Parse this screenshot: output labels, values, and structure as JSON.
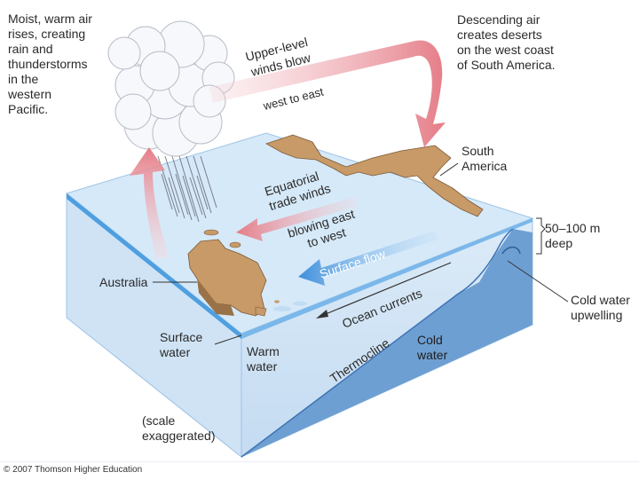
{
  "labels": {
    "moist_air": "Moist, warm air\nrises, creating\nrain and\nthunderstorms\nin the\nwestern\nPacific.",
    "descending_air": "Descending air\ncreates deserts\non the west coast\nof South America.",
    "south_america": "South\nAmerica",
    "depth": "50–100 m\ndeep",
    "australia": "Australia",
    "cold_upwelling": "Cold water\nupwelling",
    "surface_water": "Surface\nwater",
    "warm_water": "Warm\nwater",
    "cold_water": "Cold\nwater",
    "scale": "(scale\nexaggerated)"
  },
  "arrow_labels": {
    "upper_winds_1": "Upper-level",
    "upper_winds_2": "winds blow",
    "west_to_east": "west to east",
    "trade_winds_1": "Equatorial",
    "trade_winds_2": "trade winds",
    "blowing_1": "blowing east",
    "blowing_2": "to west",
    "surface_flow": "Surface flow",
    "ocean_currents": "Ocean currents",
    "thermocline": "Thermocline"
  },
  "copyright": "© 2007 Thomson Higher Education",
  "colors": {
    "ocean_surface": "#d6e9f8",
    "ocean_side_light": "#cfe3f5",
    "cold_water": "#6e9fd2",
    "land": "#c79a67",
    "wind_arrow": "#e78a93",
    "flow_arrow": "#3f8fdc"
  }
}
